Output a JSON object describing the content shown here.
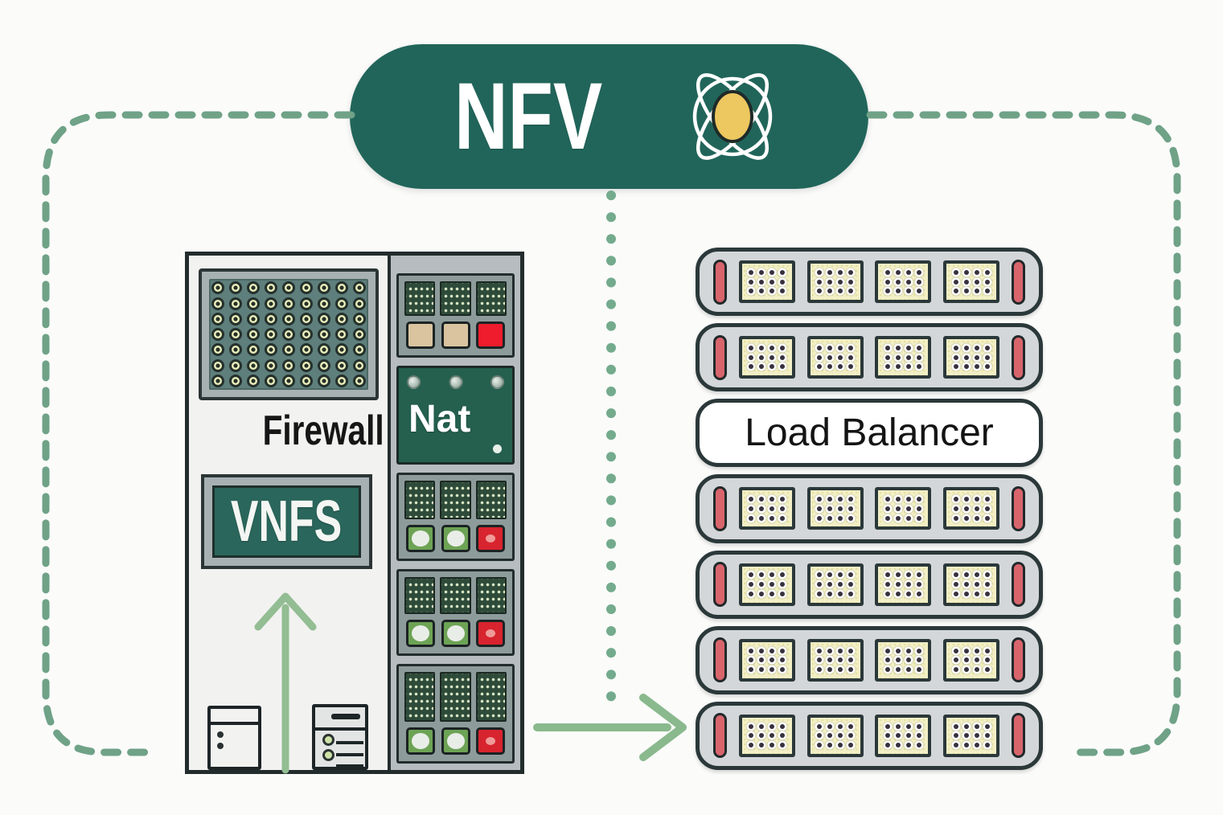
{
  "title": {
    "label": "NFV"
  },
  "colors": {
    "badge_green": "#21655a",
    "dashed_line_green": "#6fa287",
    "arrow_green": "#8ab98d",
    "atom_nucleus_yellow": "#edc75f",
    "vent_panel_teal": "#5e7f7c",
    "vnfs_panel_green": "#2a665b",
    "nat_panel_green": "#25604f",
    "circuit_board_green": "#2e4b3a",
    "button_tan": "#d9c49f",
    "button_green": "#6da355",
    "button_red": "#ee1c2c",
    "rack_body_gray": "#d4d7d9",
    "rack_border_slate": "#2b383a",
    "rack_handle_red": "#d9656c",
    "rack_module_yellow": "#f2efc6"
  },
  "left_appliance": {
    "firewall_label": "Firewall",
    "vnfs_label": "VNFS",
    "vent_grid": {
      "rows": 7,
      "cols": 9
    },
    "side_panels": [
      {
        "type": "module",
        "boards": 3,
        "buttons": [
          "tan",
          "tan",
          "red"
        ]
      },
      {
        "type": "nat",
        "label": "Nat"
      },
      {
        "type": "module",
        "boards": 3,
        "buttons": [
          "green",
          "green",
          "red-icon"
        ]
      },
      {
        "type": "module",
        "boards": 3,
        "buttons": [
          "green",
          "green",
          "red-icon"
        ]
      },
      {
        "type": "module",
        "boards": 3,
        "buttons": [
          "green",
          "green",
          "red-icon"
        ]
      }
    ]
  },
  "right_stack": {
    "rows": [
      {
        "type": "server"
      },
      {
        "type": "server"
      },
      {
        "type": "label",
        "label": "Load Balancer"
      },
      {
        "type": "server"
      },
      {
        "type": "server"
      },
      {
        "type": "server"
      },
      {
        "type": "server"
      }
    ],
    "modules_per_server": 4,
    "module_dot_grid": {
      "rows": 3,
      "cols": 4
    }
  }
}
